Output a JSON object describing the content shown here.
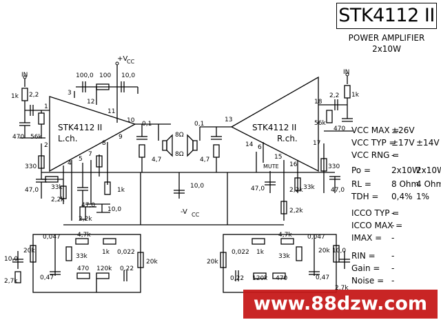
{
  "title": "STK4112 II",
  "subtitle_line1": "POWER AMPLIFIER",
  "subtitle_line2": "2x10W",
  "supply_pos": "+V",
  "supply_pos_sub": "CC",
  "supply_neg": "-V",
  "supply_neg_sub": "CC",
  "left_channel": {
    "chip_name": "STK4112 II",
    "channel": "L.ch.",
    "input_label": "IN",
    "pins": [
      "1",
      "2",
      "3",
      "4",
      "5",
      "7",
      "8",
      "9",
      "10",
      "11",
      "12"
    ],
    "components": [
      "1k",
      "2,2",
      "470",
      "56k",
      "330",
      "47,0",
      "33k",
      "2,2k",
      "47,0",
      "2,2k",
      "10,0",
      "1k",
      "0,1",
      "4,7",
      "8Ω",
      "100,0",
      "100",
      "10,0"
    ]
  },
  "right_channel": {
    "chip_name": "STK4112 II",
    "channel": "R.ch.",
    "input_label": "IN",
    "mute_label": "MUTE",
    "pins": [
      "13",
      "14",
      "6",
      "15",
      "16",
      "17",
      "18"
    ],
    "components": [
      "2,2",
      "1k",
      "56k",
      "470",
      "330",
      "47,0",
      "33k",
      "47,0",
      "2,2k",
      "2,2k",
      "0,1",
      "4,7",
      "8Ω",
      "10,0"
    ]
  },
  "tone_left": {
    "components": [
      "0,047",
      "4,7k",
      "20k",
      "33k",
      "1k",
      "0,022",
      "20k",
      "10,0",
      "2,7k",
      "0,47",
      "470",
      "120k",
      "0,22"
    ]
  },
  "tone_right": {
    "components": [
      "0,022",
      "1k",
      "4,7k",
      "0,047",
      "20k",
      "33k",
      "20k",
      "10,0",
      "0,22",
      "120k",
      "470",
      "0,47",
      "2,7k"
    ]
  },
  "specs": [
    {
      "label": "VCC MAX = ",
      "value": "±26V",
      "value2": ""
    },
    {
      "label": "VCC TYP = ",
      "value": "±17V",
      "value2": "±14V"
    },
    {
      "label": "VCC RNG = ",
      "value": "-",
      "value2": ""
    },
    {
      "label": "Po  = ",
      "value": "2x10W",
      "value2": "2x10W"
    },
    {
      "label": "RL  = ",
      "value": "8 Ohm",
      "value2": "4 Ohm"
    },
    {
      "label": "TDH = ",
      "value": "0,4%",
      "value2": "1%"
    },
    {
      "label": "ICCO TYP = ",
      "value": "-",
      "value2": ""
    },
    {
      "label": "ICCO MAX = ",
      "value": "-",
      "value2": ""
    },
    {
      "label": "IMAX = ",
      "value": "-",
      "value2": ""
    },
    {
      "label": "RIN  = ",
      "value": "-",
      "value2": ""
    },
    {
      "label": "Gain = ",
      "value": "-",
      "value2": ""
    },
    {
      "label": "Noise = ",
      "value": "-",
      "value2": ""
    }
  ],
  "watermark": "www.88dzw.com"
}
